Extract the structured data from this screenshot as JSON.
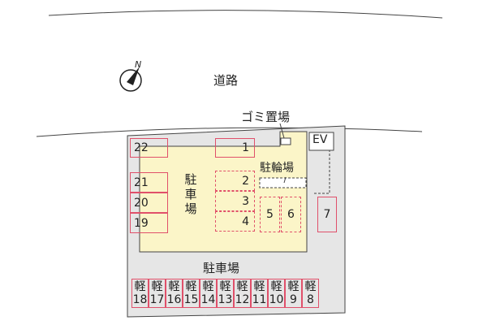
{
  "map": {
    "road_label": "道路",
    "north_label": "N",
    "garbage_label": "ゴミ置場",
    "ev_label": "EV",
    "bicycle_parking_label": "駐輪場",
    "parking_label_vertical": [
      "駐",
      "車",
      "場"
    ],
    "parking_label_bottom": "駐車場",
    "colors": {
      "slot_border": "#e0506a",
      "yard_fill": "#fbf5c8",
      "building_fill": "#e6e6e6",
      "outline": "#444444"
    }
  },
  "slots": {
    "s1": "1",
    "s2": "2",
    "s3": "3",
    "s4": "4",
    "s5": "5",
    "s6": "6",
    "s7": "7",
    "s19": "19",
    "s20": "20",
    "s21": "21",
    "s22": "22"
  },
  "kei": {
    "kanji": "軽",
    "numbers": [
      "18",
      "17",
      "16",
      "15",
      "14",
      "13",
      "12",
      "11",
      "10",
      "9",
      "8"
    ]
  }
}
